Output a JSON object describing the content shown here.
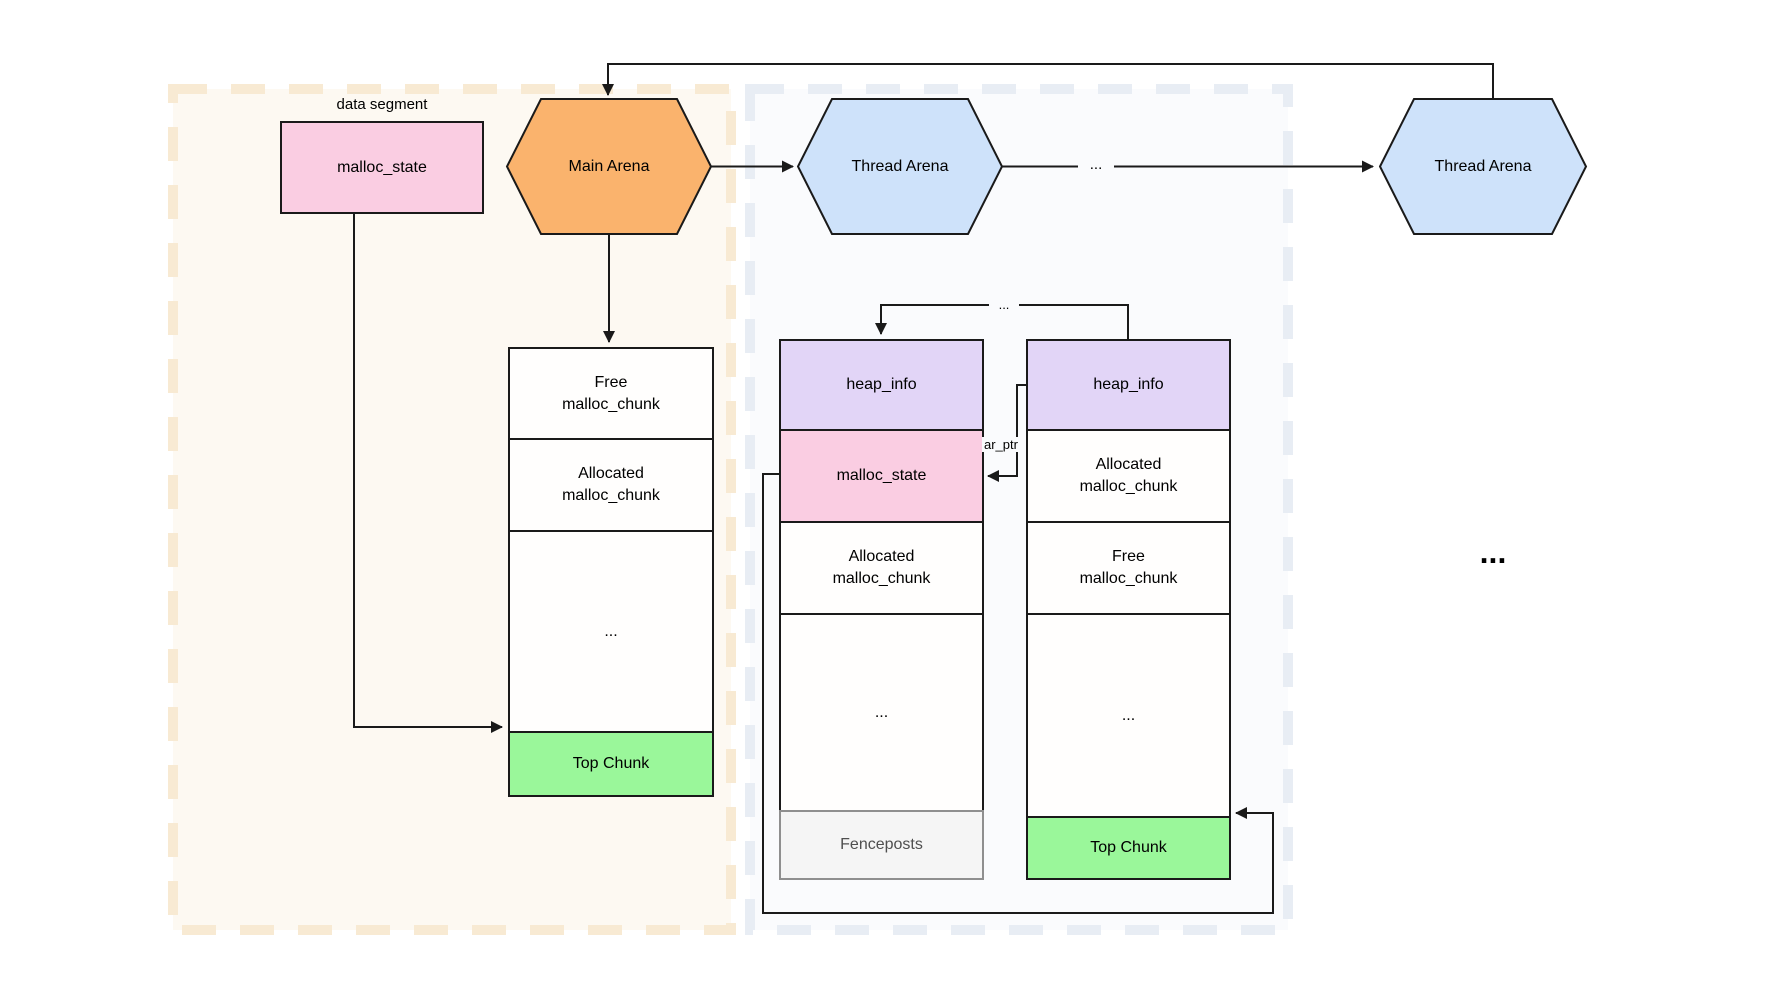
{
  "labels": {
    "data_segment": "data segment",
    "malloc_state_box": "malloc_state",
    "main_arena": "Main Arena",
    "thread_arena_1": "Thread Arena",
    "thread_arena_2": "Thread Arena",
    "arena_chain_ellipsis": "...",
    "heap_chain_ellipsis": "...",
    "more_arenas_ellipsis": "...",
    "ar_ptr": "ar_ptr"
  },
  "main_heap_column": {
    "rows": [
      {
        "label": "Free\nmalloc_chunk"
      },
      {
        "label": "Allocated\nmalloc_chunk"
      },
      {
        "label": "..."
      },
      {
        "label": "Top Chunk"
      }
    ]
  },
  "thread_heap_1": {
    "rows": [
      {
        "label": "heap_info"
      },
      {
        "label": "malloc_state"
      },
      {
        "label": "Allocated\nmalloc_chunk"
      },
      {
        "label": "..."
      },
      {
        "label": "Fenceposts"
      }
    ]
  },
  "thread_heap_2": {
    "rows": [
      {
        "label": "heap_info"
      },
      {
        "label": "Allocated\nmalloc_chunk"
      },
      {
        "label": "Free\nmalloc_chunk"
      },
      {
        "label": "..."
      },
      {
        "label": "Top Chunk"
      }
    ]
  },
  "colors": {
    "main_arena_fill": "#fab36d",
    "thread_arena_fill": "#cee2fa",
    "malloc_state_fill": "#facde2",
    "heap_info_fill": "#e2d5f7",
    "top_chunk_fill": "#9af79a",
    "fenceposts_fill": "#f5f5f5",
    "data_segment_panel_fill": "#fdf9f2",
    "data_segment_panel_border": "#f8ead3",
    "thread_panel_fill": "#fafbfd",
    "thread_panel_border": "#e8edf4",
    "line": "#1a1a1a"
  }
}
